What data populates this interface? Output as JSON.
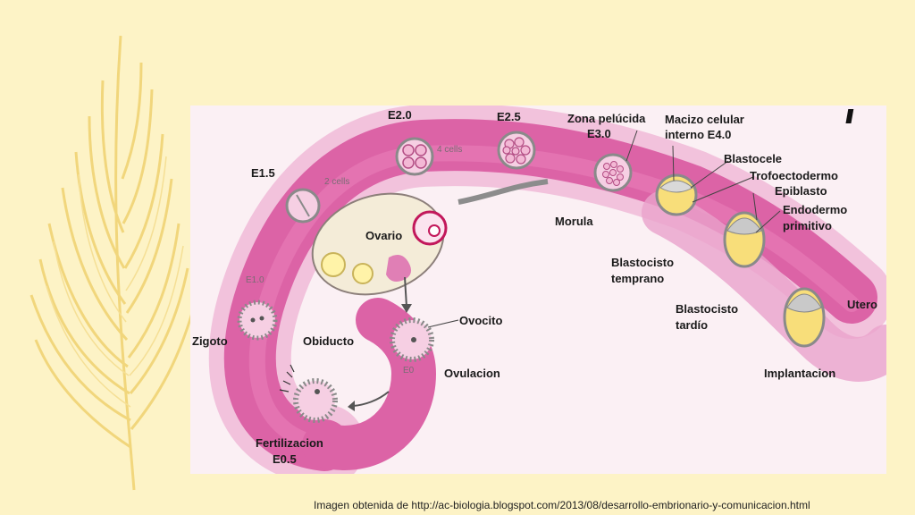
{
  "diagram": {
    "labels": {
      "e2_0": "E2.0",
      "e2_5": "E2.5",
      "zona_pelucida": "Zona pelúcida",
      "e3_0": "E3.0",
      "macizo_1": "Macizo celular",
      "macizo_2": "interno E4.0",
      "blastocele": "Blastocele",
      "trofoectodermo": "Trofoectodermo",
      "epiblasto": "Epiblasto",
      "endodermo_1": "Endodermo",
      "endodermo_2": "primitivo",
      "e1_5": "E1.5",
      "ovario": "Ovario",
      "morula": "Morula",
      "blastocisto_temprano_1": "Blastocisto",
      "blastocisto_temprano_2": "temprano",
      "blastocisto_tardio_1": "Blastocisto",
      "blastocisto_tardio_2": "tardío",
      "utero": "Utero",
      "ovocito": "Ovocito",
      "zigoto": "Zigoto",
      "obiducto": "Obiducto",
      "ovulacion": "Ovulacion",
      "implantacion": "Implantacion",
      "fertilizacion": "Fertilizacion",
      "e0_5": "E0.5",
      "e1_0": "E1.0",
      "e0": "E0",
      "cells_4": "4 cells",
      "cells_2": "2 cells"
    }
  },
  "credit": "Imagen obtenida de http://ac-biologia.blogspot.com/2013/08/desarrollo-embrionario-y-comunicacion.html",
  "colors": {
    "background": "#fdf3c6",
    "feather": "#f2d678",
    "tube": "#d9559e",
    "tube_light": "#f2c2dc",
    "blastocyst_fill": "#f8de7a"
  }
}
